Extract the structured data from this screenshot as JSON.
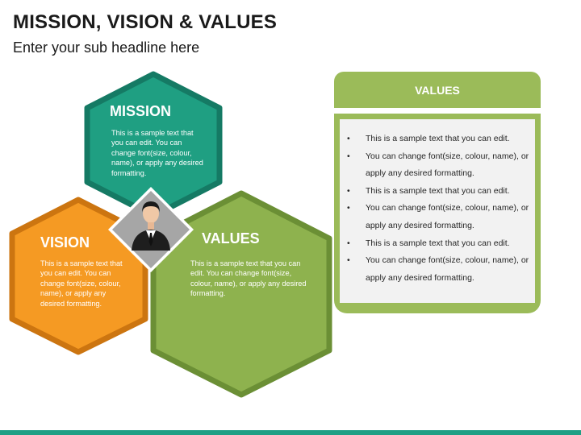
{
  "header": {
    "title": "MISSION, VISION & VALUES",
    "subtitle": "Enter your sub headline here"
  },
  "colors": {
    "mission_fill": "#1f9f82",
    "mission_border": "#157a64",
    "vision_fill": "#f59a23",
    "vision_border": "#cc7510",
    "values_fill": "#8eb24e",
    "values_border": "#6b8f35",
    "panel_green": "#9bbb59",
    "icon_bg": "#a6a6a6"
  },
  "mission": {
    "title": "MISSION",
    "text": "This is a sample text that you can edit. You can change font(size, colour, name), or apply any desired formatting."
  },
  "vision": {
    "title": "VISION",
    "text": "This is a sample text that you can edit. You can change font(size, colour, name), or apply any desired formatting."
  },
  "values": {
    "title": "VALUES",
    "text": "This is a sample text that you can edit. You can change font(size, colour, name), or apply any desired formatting."
  },
  "center_icon": "businessman-icon",
  "values_panel": {
    "header": "VALUES",
    "bullets": [
      "This is a sample text that you can edit.",
      "You can change font(size, colour, name), or apply any desired formatting.",
      "This is a sample text that you can edit.",
      "You can change font(size, colour, name), or apply any desired formatting.",
      "This is a sample text that you can edit.",
      "You can change font(size, colour, name), or apply any desired formatting."
    ]
  }
}
